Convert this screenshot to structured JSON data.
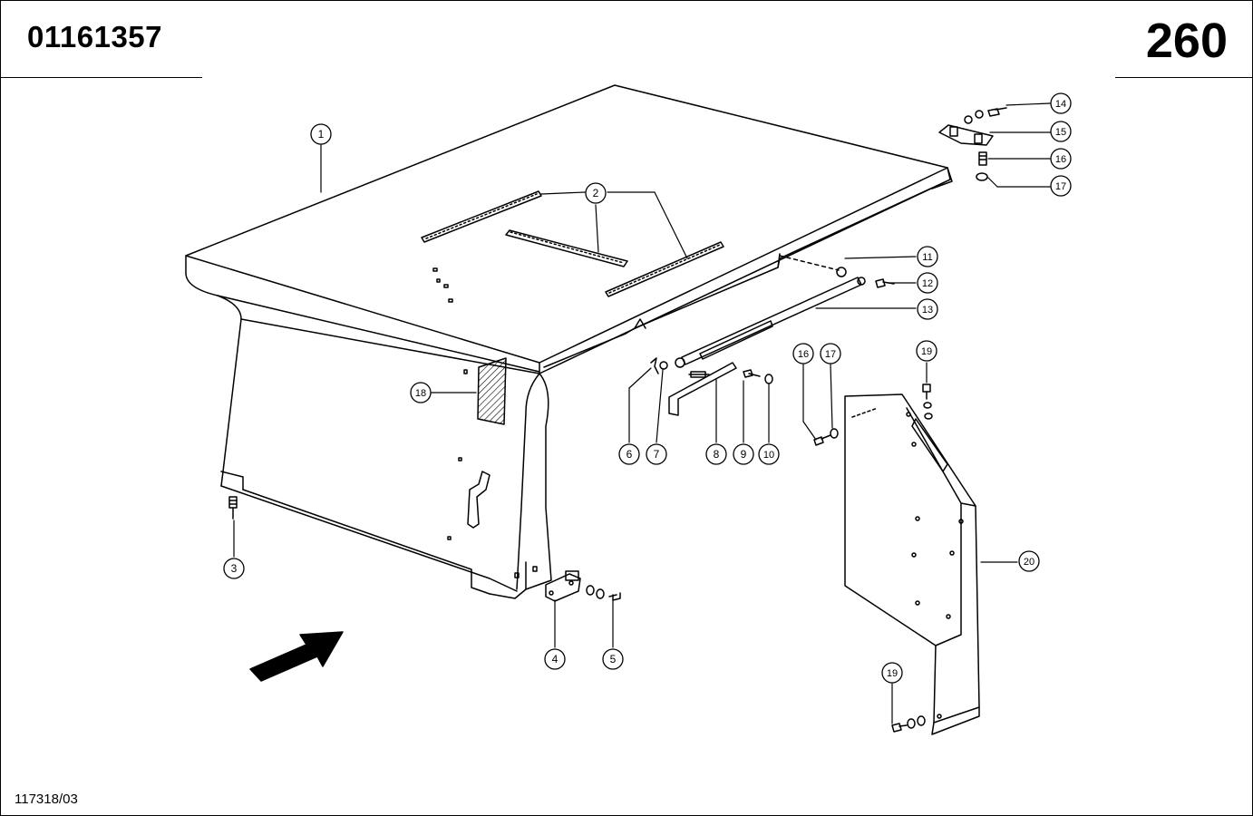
{
  "header": {
    "document_number": "01161357",
    "page_number": "260"
  },
  "footer": {
    "drawing_code": "117318/03"
  },
  "callouts": [
    {
      "id": "c1",
      "label": "1"
    },
    {
      "id": "c2",
      "label": "2"
    },
    {
      "id": "c3",
      "label": "3"
    },
    {
      "id": "c4",
      "label": "4"
    },
    {
      "id": "c5",
      "label": "5"
    },
    {
      "id": "c6",
      "label": "6"
    },
    {
      "id": "c7",
      "label": "7"
    },
    {
      "id": "c8",
      "label": "8"
    },
    {
      "id": "c9",
      "label": "9"
    },
    {
      "id": "c10",
      "label": "10"
    },
    {
      "id": "c11",
      "label": "11"
    },
    {
      "id": "c12",
      "label": "12"
    },
    {
      "id": "c13",
      "label": "13"
    },
    {
      "id": "c14",
      "label": "14"
    },
    {
      "id": "c15",
      "label": "15"
    },
    {
      "id": "c16a",
      "label": "16"
    },
    {
      "id": "c17a",
      "label": "17"
    },
    {
      "id": "c16b",
      "label": "16"
    },
    {
      "id": "c17b",
      "label": "17"
    },
    {
      "id": "c18",
      "label": "18"
    },
    {
      "id": "c19a",
      "label": "19"
    },
    {
      "id": "c19b",
      "label": "19"
    },
    {
      "id": "c20",
      "label": "20"
    }
  ]
}
